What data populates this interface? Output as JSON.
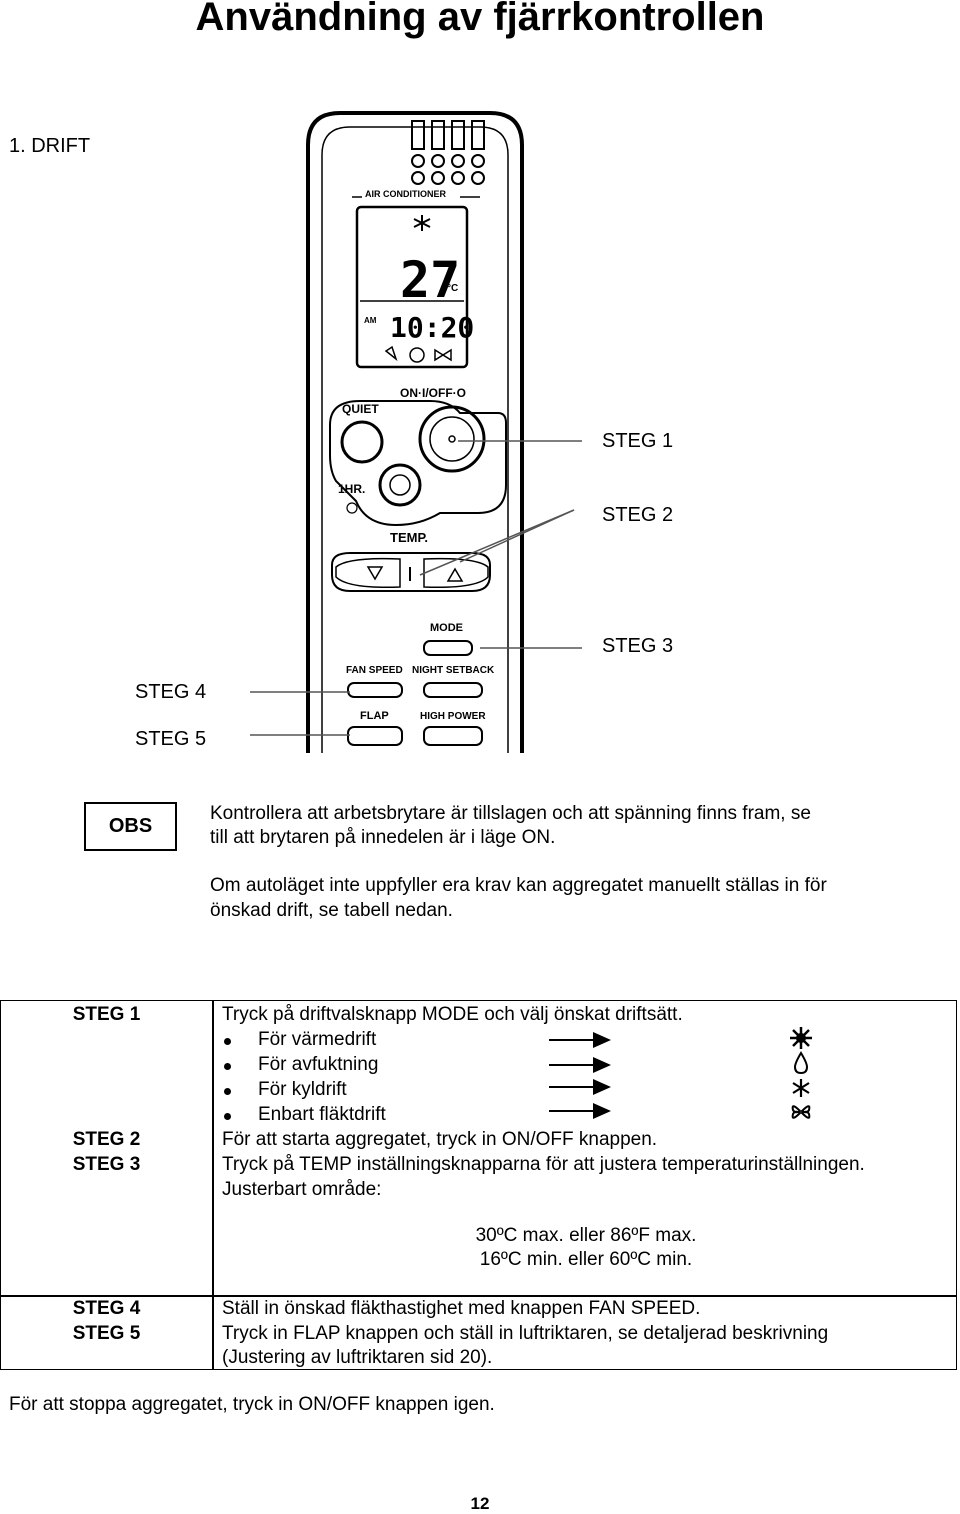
{
  "title": "Användning av fjärrkontrollen",
  "section_heading": "1. DRIFT",
  "remote": {
    "brand_label": "AIR CONDITIONER",
    "display_temperature": "27",
    "display_unit": "°C",
    "display_ampm": "AM",
    "display_time": "10:20",
    "quiet_label": "QUIET",
    "onoff_label": "ON·I/OFF·O",
    "onehr_label": "1HR.",
    "temp_label": "TEMP.",
    "mode_label": "MODE",
    "fan_speed_label": "FAN SPEED",
    "night_setback_label": "NIGHT SETBACK",
    "flap_label": "FLAP",
    "high_power_label": "HIGH POWER"
  },
  "callouts": {
    "steg1": "STEG 1",
    "steg2": "STEG 2",
    "steg3": "STEG 3",
    "steg4": "STEG 4",
    "steg5": "STEG 5"
  },
  "obs": {
    "label": "OBS",
    "line1": "Kontrollera att arbetsbrytare är tillslagen och att spänning finns fram, se",
    "line2": "till att brytaren på innedelen är i läge ON.",
    "line3": "Om autoläget inte uppfyller era krav kan aggregatet manuellt ställas in för",
    "line4": "önskad drift, se tabell nedan."
  },
  "table": {
    "step1_name": "STEG 1",
    "step1_text": "Tryck på driftvalsknapp MODE och välj önskat driftsätt.",
    "modes": [
      {
        "label": "För värmedrift",
        "icon": "sun-icon"
      },
      {
        "label": "För avfuktning",
        "icon": "droplet-icon"
      },
      {
        "label": "För kyldrift",
        "icon": "snowflake-icon"
      },
      {
        "label": "Enbart fläktdrift",
        "icon": "fan-icon"
      }
    ],
    "step2_name": "STEG 2",
    "step2_text": "För att starta aggregatet, tryck in ON/OFF knappen.",
    "step3_name": "STEG 3",
    "step3_text": "Tryck på TEMP inställningsknapparna för att justera temperaturinställningen.",
    "step3_range_label": "Justerbart område:",
    "range_max": "30ºC max. eller 86ºF max.",
    "range_min": "16ºC min. eller 60ºC min.",
    "step4_name": "STEG 4",
    "step4_text": "Ställ in önskad fläkthastighet med knappen FAN SPEED.",
    "step5_name": "STEG 5",
    "step5_text_line1": "Tryck in FLAP knappen och ställ in luftriktaren, se detaljerad beskrivning",
    "step5_text_line2": "(Justering av luftriktaren sid 20)."
  },
  "stop_text": "För att stoppa aggregatet, tryck in ON/OFF knappen igen.",
  "page_number": "12"
}
